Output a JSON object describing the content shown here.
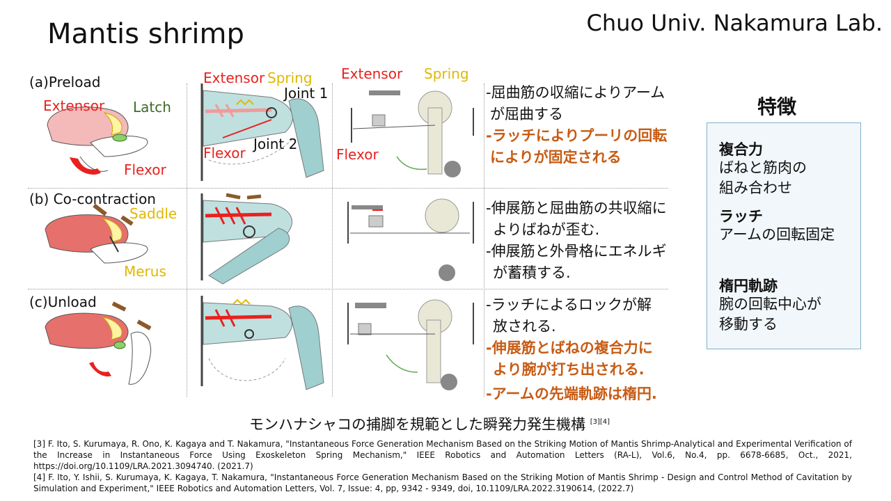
{
  "title": "Mantis shrimp",
  "lab": "Chuo Univ. Nakamura Lab.",
  "rows": [
    {
      "label": "(a)Preload"
    },
    {
      "label": "(b) Co-contraction"
    },
    {
      "label": "(c)Unload"
    }
  ],
  "shrimp_labels": {
    "extensor": "Extensor",
    "latch": "Latch",
    "flexor": "Flexor",
    "saddle": "Saddle",
    "merus": "Merus"
  },
  "mech_labels": {
    "extensor": "Extensor",
    "spring": "Spring",
    "joint1": "Joint 1",
    "joint2": "Joint 2",
    "flexor": "Flexor"
  },
  "pulley_labels": {
    "extensor": "Extensor",
    "spring": "Spring",
    "flexor": "Flexor"
  },
  "descriptions": {
    "a1": "-屈曲筋の収縮によりアーム",
    "a2": "が屈曲する",
    "a3": "-ラッチによりプーリの回転",
    "a4": "により",
    "a5": "が固定される",
    "b1": "-伸展筋と屈曲筋の共収縮に",
    "b2": "よりばねが歪む.",
    "b3": "-伸展筋と外骨格にエネルギ",
    "b4": "が蓄積する.",
    "c1": "-ラッチによるロックが解",
    "c2": "放される.",
    "c3": "-伸展筋とばねの複合力に",
    "c4": "より腕が打ち出される.",
    "c5": "-アームの先端軌跡は楕円."
  },
  "features": {
    "heading": "特徴",
    "items": [
      {
        "title": "複合力",
        "text1": "ばねと筋肉の",
        "text2": "組み合わせ"
      },
      {
        "title": "ラッチ",
        "text1": "アームの回転固定",
        "text2": ""
      },
      {
        "title": "楕円軌跡",
        "text1": "腕の回転中心が",
        "text2": "移動する"
      }
    ]
  },
  "caption": "モンハナシャコの捕脚を規範とした瞬発力発生機構",
  "caption_ref": "[3][4]",
  "references": [
    "[3] F. Ito, S. Kurumaya, R. Ono, K. Kagaya and T. Nakamura, \"Instantaneous Force Generation Mechanism Based on the Striking Motion of Mantis Shrimp-Analytical and Experimental Verification of the Increase in Instantaneous Force Using Exoskeleton Spring Mechanism,\" IEEE Robotics and Automation Letters (RA-L), Vol.6, No.4, pp. 6678-6685, Oct., 2021, https://doi.org/10.1109/LRA.2021.3094740.  (2021.7)",
    "[4] F. Ito, Y. Ishii, S. Kurumaya, K. Kagaya, T. Nakamura, \"Instantaneous Force Generation Mechanism Based on the Striking Motion of Mantis Shrimp - Design and Control Method of Cavitation by Simulation and Experiment,\" IEEE Robotics and Automation Letters, Vol. 7, Issue: 4, pp, 9342 - 9349, doi, 10.1109/LRA.2022.3190614,  (2022.7)"
  ]
}
